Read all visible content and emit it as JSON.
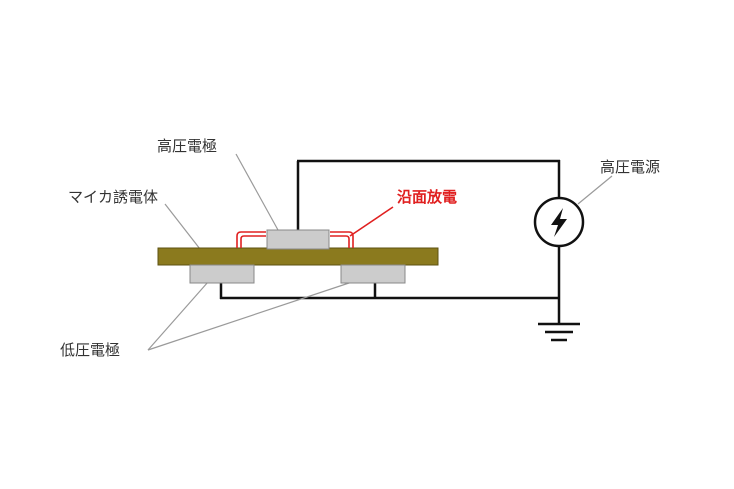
{
  "labels": {
    "high_voltage_electrode": "高圧電極",
    "mica_dielectric": "マイカ誘電体",
    "surface_discharge": "沿面放電",
    "low_voltage_electrode": "低圧電極",
    "high_voltage_power_supply": "高圧電源"
  },
  "colors": {
    "dielectric": "#8b7a1e",
    "electrode": "#cccccc",
    "wire": "#111111",
    "discharge": "#e02020",
    "leader": "#9a9a9a",
    "label": "#333333"
  },
  "icons": {
    "power_supply": "lightning-bolt-icon",
    "ground": "ground-icon"
  }
}
